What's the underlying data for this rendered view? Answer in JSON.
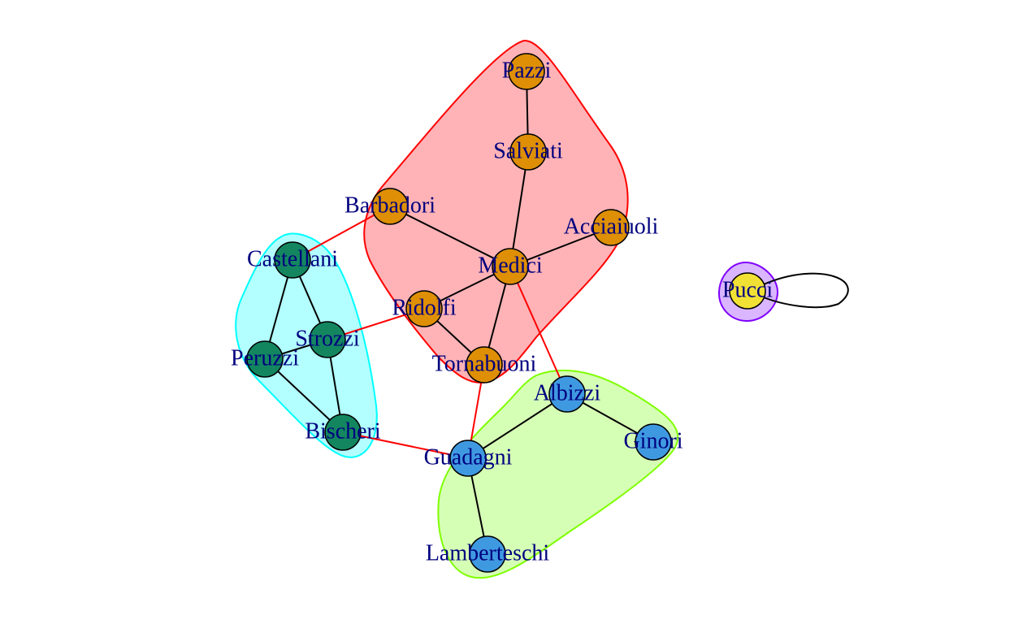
{
  "graph": {
    "colors": {
      "node_border": "#000000",
      "edge_within": "#000000",
      "edge_between": "#ff0000",
      "label": "#00007f"
    },
    "communities": [
      {
        "id": "c1",
        "fill": "#ffb3b6",
        "stroke": "#ff0000",
        "node_color": "#de8f05"
      },
      {
        "id": "c2",
        "fill": "#b3ffff",
        "stroke": "#00ffff",
        "node_color": "#138660"
      },
      {
        "id": "c3",
        "fill": "#d6ffb6",
        "stroke": "#7fff00",
        "node_color": "#3f99e1"
      },
      {
        "id": "c4",
        "fill": "#d9b6ff",
        "stroke": "#8000ff",
        "node_color": "#f2e135"
      }
    ],
    "nodes": [
      {
        "id": "Pazzi",
        "label": "Pazzi",
        "community": "c1"
      },
      {
        "id": "Salviati",
        "label": "Salviati",
        "community": "c1"
      },
      {
        "id": "Barbadori",
        "label": "Barbadori",
        "community": "c1"
      },
      {
        "id": "Acciaiuoli",
        "label": "Acciaiuoli",
        "community": "c1"
      },
      {
        "id": "Medici",
        "label": "Medici",
        "community": "c1"
      },
      {
        "id": "Ridolfi",
        "label": "Ridolfi",
        "community": "c1"
      },
      {
        "id": "Tornabuoni",
        "label": "Tornabuoni",
        "community": "c1"
      },
      {
        "id": "Castellani",
        "label": "Castellani",
        "community": "c2"
      },
      {
        "id": "Strozzi",
        "label": "Strozzi",
        "community": "c2"
      },
      {
        "id": "Peruzzi",
        "label": "Peruzzi",
        "community": "c2"
      },
      {
        "id": "Bischeri",
        "label": "Bischeri",
        "community": "c2"
      },
      {
        "id": "Albizzi",
        "label": "Albizzi",
        "community": "c3"
      },
      {
        "id": "Ginori",
        "label": "Ginori",
        "community": "c3"
      },
      {
        "id": "Guadagni",
        "label": "Guadagni",
        "community": "c3"
      },
      {
        "id": "Lamberteschi",
        "label": "Lamberteschi",
        "community": "c3"
      },
      {
        "id": "Pucci",
        "label": "Pucci",
        "community": "c4"
      }
    ],
    "edges": [
      {
        "source": "Pazzi",
        "target": "Salviati"
      },
      {
        "source": "Salviati",
        "target": "Medici"
      },
      {
        "source": "Barbadori",
        "target": "Medici"
      },
      {
        "source": "Acciaiuoli",
        "target": "Medici"
      },
      {
        "source": "Medici",
        "target": "Ridolfi"
      },
      {
        "source": "Medici",
        "target": "Tornabuoni"
      },
      {
        "source": "Ridolfi",
        "target": "Tornabuoni"
      },
      {
        "source": "Medici",
        "target": "Albizzi"
      },
      {
        "source": "Tornabuoni",
        "target": "Guadagni"
      },
      {
        "source": "Barbadori",
        "target": "Castellani"
      },
      {
        "source": "Ridolfi",
        "target": "Strozzi"
      },
      {
        "source": "Castellani",
        "target": "Strozzi"
      },
      {
        "source": "Castellani",
        "target": "Peruzzi"
      },
      {
        "source": "Peruzzi",
        "target": "Strozzi"
      },
      {
        "source": "Strozzi",
        "target": "Bischeri"
      },
      {
        "source": "Peruzzi",
        "target": "Bischeri"
      },
      {
        "source": "Bischeri",
        "target": "Guadagni"
      },
      {
        "source": "Albizzi",
        "target": "Guadagni"
      },
      {
        "source": "Albizzi",
        "target": "Ginori"
      },
      {
        "source": "Guadagni",
        "target": "Lamberteschi"
      },
      {
        "source": "Pucci",
        "target": "Pucci"
      }
    ]
  }
}
